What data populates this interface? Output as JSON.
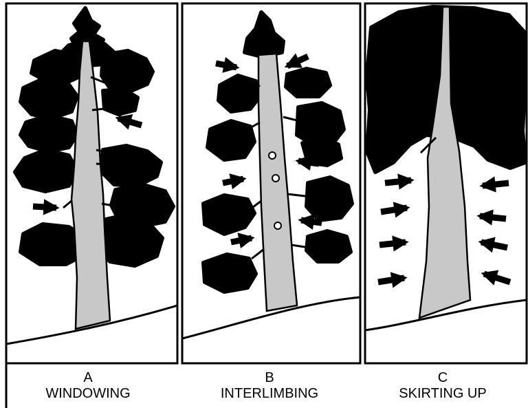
{
  "panels": [
    {
      "letter": "A",
      "title": "WINDOWING"
    },
    {
      "letter": "B",
      "title": "INTERLIMBING"
    },
    {
      "letter": "C",
      "title": "SKIRTING UP"
    }
  ],
  "colors": {
    "foliage": "#000000",
    "trunk": "#c8c8c8",
    "background": "#ffffff",
    "border": "#000000"
  }
}
